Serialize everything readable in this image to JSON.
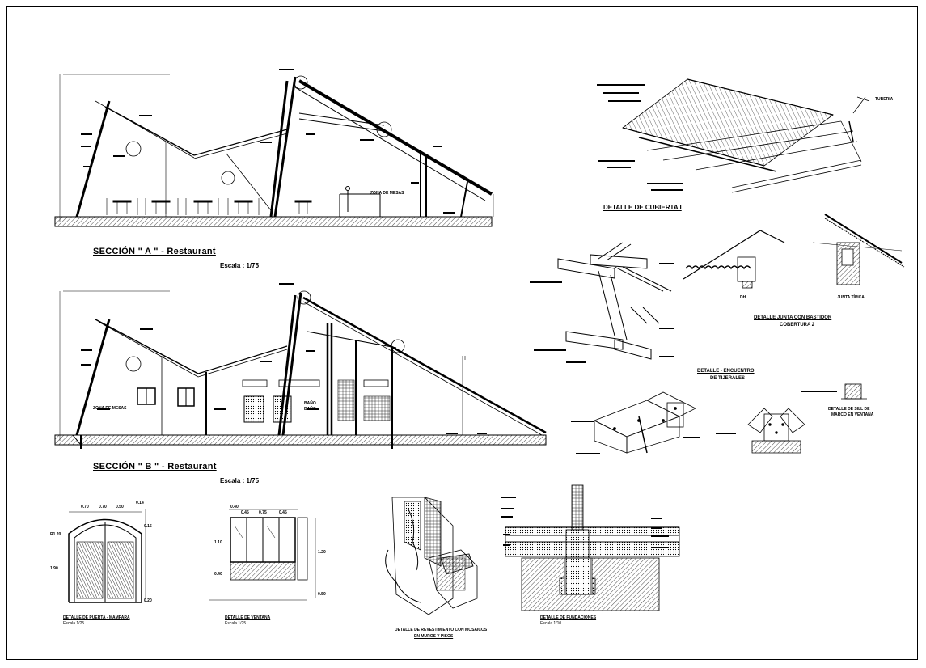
{
  "sections": {
    "a": {
      "title": "SECCIÓN   \" A \" - Restaurant",
      "scale": "Escala : 1/75",
      "zone_label": "ZONA DE MESAS"
    },
    "b": {
      "title": "SECCIÓN   \" B \" - Restaurant",
      "scale": "Escala : 1/75",
      "zone_label": "ZONA DE MESAS",
      "bath_label_1": "BAÑO",
      "bath_label_2": "BAÑO"
    }
  },
  "details": {
    "cubierta1": {
      "title": "DETALLE  DE  CUBIERTA  I",
      "label_teja": "TUBERIA"
    },
    "junta": {
      "title_1": "DETALLE JUNTA CON BASTIDOR",
      "title_2": "COBERTURA 2",
      "sub_left": "DH",
      "sub_right": "JUNTA TÍPICA"
    },
    "encuentro": {
      "title_1": "DETALLE  - ENCUENTRO",
      "title_2": "DE TIJERALES"
    },
    "sill": {
      "title_1": "DETALLE DE SILL DE",
      "title_2": "MARCO EN VENTANA"
    },
    "puerta": {
      "title": "DETALLE DE PUERTA - MAMPARA",
      "scale": "Escala 1/25",
      "dims_top": [
        "0.70",
        "0.70",
        "0.50",
        "0.14"
      ],
      "dims_side": [
        "R1.20",
        "1.90",
        "0.15",
        "0.20"
      ]
    },
    "ventana": {
      "title": "DETALLE DE VENTANA",
      "scale": "Escala 1/25",
      "dims_top": [
        "0.40",
        "0.45",
        "0.75",
        "0.45"
      ],
      "dims_side": [
        "1.10",
        "0.40",
        "1.20",
        "0.50"
      ]
    },
    "muros": {
      "title_1": "DETALLE DE REVESTIMIENTO CON MOSAICOS",
      "title_2": "EN MUROS Y PISOS"
    },
    "fundaciones": {
      "title": "DETALLE DE FUNDACIONES",
      "scale": "Escala 1/10"
    }
  }
}
